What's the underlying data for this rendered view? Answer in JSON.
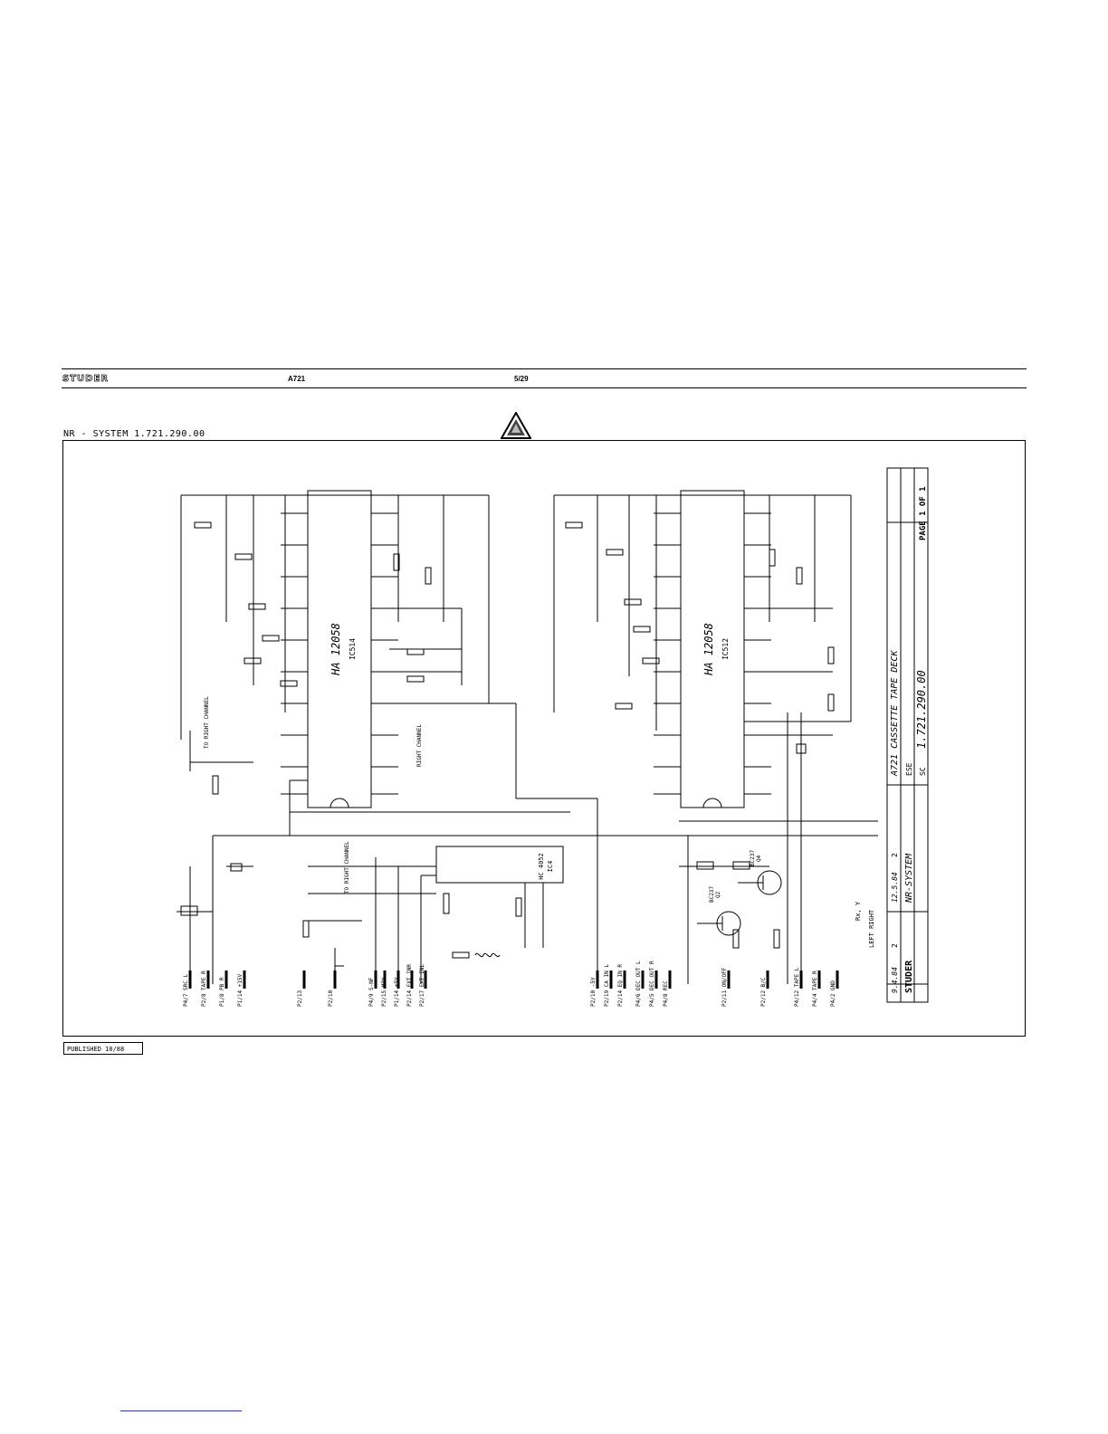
{
  "header": {
    "brand": "STUDER",
    "model": "A721",
    "page": "5/29"
  },
  "title": "NR - SYSTEM  1.721.290.00",
  "footer": {
    "published": "PUBLISHED 10/88"
  },
  "title_block": {
    "date1": "9.4.84",
    "rev1": "2",
    "date2": "12.5.84",
    "rev2": "2",
    "product": "A721  CASSETTE TAPE DECK",
    "subtitle": "NR-SYSTEM",
    "drawing_code": "ESE",
    "sc": "SC",
    "number": "1.721.290.00",
    "page": "PAGE 1 OF 1",
    "brand": "STUDER"
  },
  "ics": {
    "left": {
      "part": "HA 12058",
      "ref": "IC514"
    },
    "right": {
      "part": "HA 12058",
      "ref": "IC512"
    },
    "switch": {
      "part": "HC 4052",
      "ref": "IC4"
    }
  },
  "transistors": [
    {
      "type": "BC237",
      "ref": "Q2"
    },
    {
      "type": "BC237",
      "ref": "Q4"
    }
  ],
  "connectors_left": [
    "P4/7 SRC L",
    "P2/8 TAPE R",
    "P1/8 PB R",
    "P1/14 +15V",
    "P2/13",
    "P2/10",
    "P4/9 S-NF",
    "P2/15 MPX",
    "P1/14 +5V",
    "P2/14 EXT INR",
    "P2/17 EXT INL"
  ],
  "connectors_right": [
    "P2/10 -5V",
    "P2/19 CA IN L",
    "P2/14 EQ IN R",
    "P4/6 DEC OUT L",
    "P4/5 DEC OUT R",
    "P4/8 REC",
    "P2/11 ON/OFF",
    "P2/12 B/C",
    "P4/12 TAPE L",
    "P4/4 TAPE R",
    "P4/2 GND"
  ],
  "annotations": [
    "TO RIGHT CHANNEL",
    "RIGHT CHANNEL",
    "TO RIGHT CHANNEL",
    "Rx, Y",
    "LEFT   RIGHT"
  ]
}
